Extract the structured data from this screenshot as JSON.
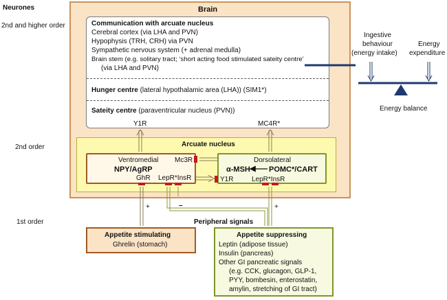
{
  "levels": {
    "header": "Neurones",
    "second_higher": "2nd and higher order",
    "second": "2nd order",
    "first": "1st order"
  },
  "brain": {
    "title": "Brain",
    "communication": {
      "title": "Communication with arcuate nucleus",
      "lines": [
        "Cerebral cortex (via LHA and PVN)",
        "Hypophysis (TRH, CRH) via PVN",
        "Sympathetic nervous system (+ adrenal medulla)",
        "Brain stem (e.g. solitary tract; ‘short acting food stimulated sateity centre’",
        "(via LHA and PVN)"
      ]
    },
    "hunger": {
      "title": "Hunger centre",
      "detail": " (lateral hypothalamic area (LHA)) (SIM1*)"
    },
    "satiety": {
      "title": "Sateity centre",
      "detail": " (paraventricular nucleus (PVN))"
    },
    "y1r_top": "Y1R",
    "mc4r": "MC4R*"
  },
  "arcuate": {
    "title": "Arcuate nucleus",
    "ventromedial": {
      "label": "Ventromedial",
      "name": "NPY/AgRP",
      "ghr": "GhR",
      "lepr_insr": "LepR*InsR"
    },
    "mc3r": "Mc3R",
    "dorsolateral": {
      "label": "Dorsolateral",
      "msh": "α-MSH",
      "name": "POMC*/CART",
      "y1r": "Y1R",
      "lepr_insr": "LepR*InsR"
    }
  },
  "signs": {
    "left_plus": "+",
    "minus": "–",
    "right_plus": "+"
  },
  "peripheral": {
    "title": "Peripheral signals",
    "stimulating": {
      "title": "Appetite stimulating",
      "lines": [
        "Ghrelin (stomach)"
      ]
    },
    "suppressing": {
      "title": "Appetite suppressing",
      "lines": [
        "Leptin (adipose tissue)",
        "Insulin (pancreas)",
        "Other GI pancreatic signals",
        "(e.g. CCK, glucagon, GLP-1,",
        "PYY, bombesin, enterostatin,",
        "amylin, stretching of GI tract)"
      ]
    }
  },
  "balance": {
    "intake": [
      "Ingestive",
      "behaviour",
      "(energy intake)"
    ],
    "expenditure": [
      "Energy",
      "expenditure"
    ],
    "label": "Energy balance"
  },
  "colors": {
    "brain_fill": "#fbe3c6",
    "arcuate_fill": "#fdfab0",
    "receptor": "#c21c1c",
    "stimulating_border": "#a05a24",
    "suppressing_border": "#7e9628",
    "balance_beam": "#1d3a6e"
  }
}
